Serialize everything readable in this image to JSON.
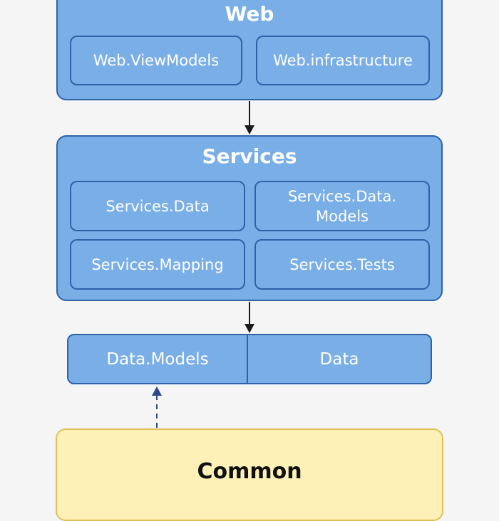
{
  "web": {
    "title": "Web",
    "modules": [
      "Web.ViewModels",
      "Web.infrastructure"
    ]
  },
  "services": {
    "title": "Services",
    "modules": [
      {
        "lines": [
          "Services.Data"
        ]
      },
      {
        "lines": [
          "Services.Data.",
          "Models"
        ]
      },
      {
        "lines": [
          "Services.Mapping"
        ]
      },
      {
        "lines": [
          "Services.Tests"
        ]
      }
    ]
  },
  "data": {
    "models_label": "Data.Models",
    "label": "Data"
  },
  "common": {
    "title": "Common"
  },
  "colors": {
    "blue_fill": "#7aaee6",
    "blue_border": "#2e63a8",
    "common_fill": "#fdf1b8",
    "common_border": "#e0c056",
    "arrow": "#1a1a1a",
    "dashed_arrow": "#2b4a8a"
  }
}
